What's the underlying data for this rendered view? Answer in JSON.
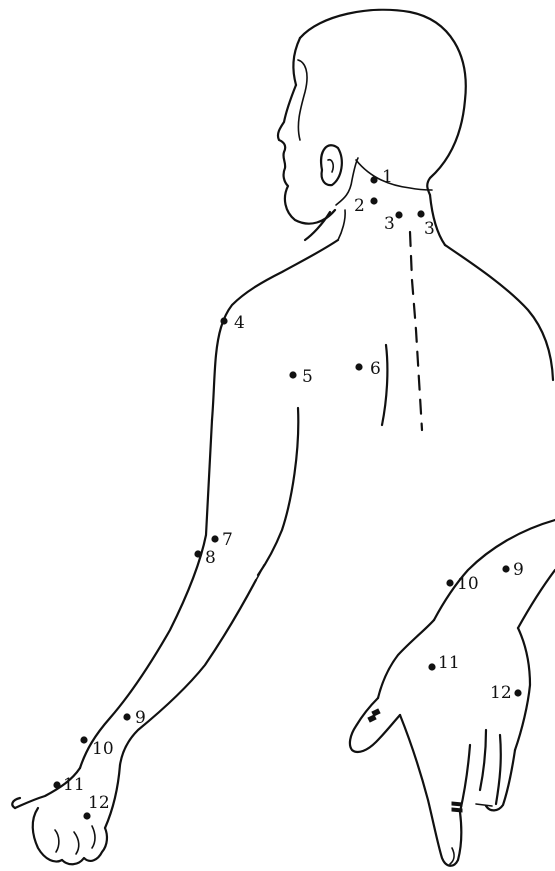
{
  "points": [
    {
      "id": "1",
      "label": "1"
    },
    {
      "id": "2",
      "label": "2"
    },
    {
      "id": "3a",
      "label": "3"
    },
    {
      "id": "3b",
      "label": "3"
    },
    {
      "id": "4",
      "label": "4"
    },
    {
      "id": "5",
      "label": "5"
    },
    {
      "id": "6",
      "label": "6"
    },
    {
      "id": "7",
      "label": "7"
    },
    {
      "id": "8",
      "label": "8"
    },
    {
      "id": "9a",
      "label": "9"
    },
    {
      "id": "10a",
      "label": "10"
    },
    {
      "id": "11a",
      "label": "11"
    },
    {
      "id": "12a",
      "label": "12"
    },
    {
      "id": "9b",
      "label": "9"
    },
    {
      "id": "10b",
      "label": "10"
    },
    {
      "id": "11b",
      "label": "11"
    },
    {
      "id": "12b",
      "label": "12"
    }
  ]
}
